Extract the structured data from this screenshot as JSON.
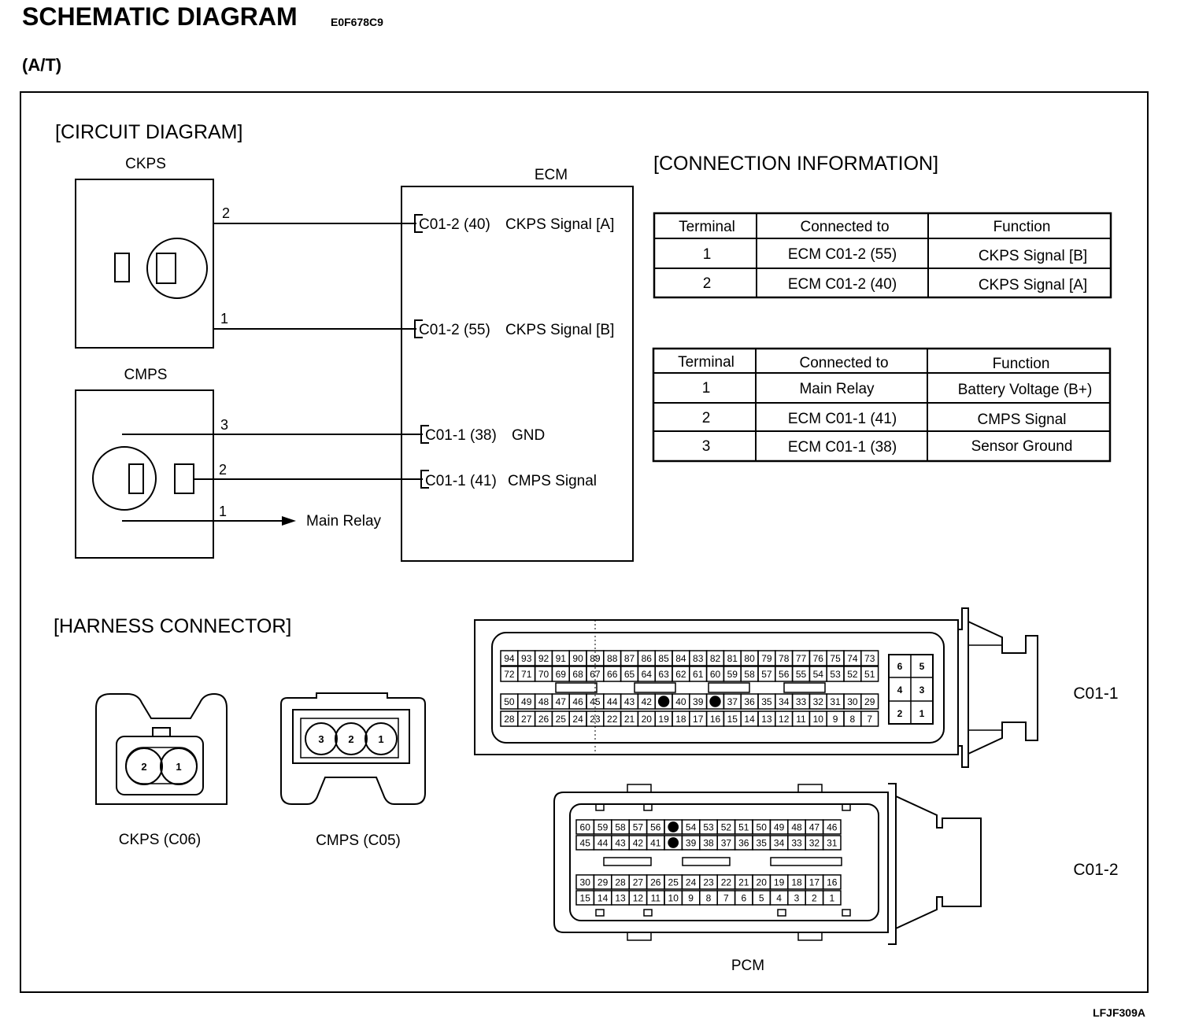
{
  "header": {
    "title": "SCHEMATIC DIAGRAM",
    "code": "E0F678C9",
    "subtitle": "(A/T)",
    "figure_id": "LFJF309A"
  },
  "circuit": {
    "heading": "[CIRCUIT DIAGRAM]",
    "ckps_label": "CKPS",
    "cmps_label": "CMPS",
    "ecm_label": "ECM",
    "ckps_pins": [
      "2",
      "1"
    ],
    "cmps_pins": [
      "3",
      "2",
      "1"
    ],
    "ecm_terminals": [
      {
        "pin": "C01-2 (40)",
        "signal": "CKPS Signal [A]"
      },
      {
        "pin": "C01-2 (55)",
        "signal": "CKPS Signal [B]"
      },
      {
        "pin": "C01-1 (38)",
        "signal": "GND"
      },
      {
        "pin": "C01-1 (41)",
        "signal": "CMPS Signal"
      }
    ],
    "main_relay": "Main Relay"
  },
  "connection": {
    "heading": "[CONNECTION INFORMATION]",
    "headers": [
      "Terminal",
      "Connected to",
      "Function"
    ],
    "ckps_rows": [
      [
        "1",
        "ECM C01-2 (55)",
        "CKPS Signal [B]"
      ],
      [
        "2",
        "ECM C01-2 (40)",
        "CKPS Signal [A]"
      ]
    ],
    "cmps_rows": [
      [
        "1",
        "Main Relay",
        "Battery Voltage (B+)"
      ],
      [
        "2",
        "ECM C01-1 (41)",
        "CMPS Signal"
      ],
      [
        "3",
        "ECM C01-1 (38)",
        "Sensor Ground"
      ]
    ]
  },
  "harness": {
    "heading": "[HARNESS CONNECTOR]",
    "ckps_connector": "CKPS (C06)",
    "ckps_pins": [
      "2",
      "1"
    ],
    "cmps_connector": "CMPS (C05)",
    "cmps_pins": [
      "3",
      "2",
      "1"
    ],
    "c011_label": "C01-1",
    "c011_rows": [
      [
        "94",
        "93",
        "92",
        "91",
        "90",
        "89",
        "88",
        "87",
        "86",
        "85",
        "84",
        "83",
        "82",
        "81",
        "80",
        "79",
        "78",
        "77",
        "76",
        "75",
        "74",
        "73"
      ],
      [
        "72",
        "71",
        "70",
        "69",
        "68",
        "67",
        "66",
        "65",
        "64",
        "63",
        "62",
        "61",
        "60",
        "59",
        "58",
        "57",
        "56",
        "55",
        "54",
        "53",
        "52",
        "51"
      ],
      [
        "50",
        "49",
        "48",
        "47",
        "46",
        "45",
        "44",
        "43",
        "42",
        "",
        "40",
        "39",
        "",
        "37",
        "36",
        "35",
        "34",
        "33",
        "32",
        "31",
        "30",
        "29"
      ],
      [
        "28",
        "27",
        "26",
        "25",
        "24",
        "23",
        "22",
        "21",
        "20",
        "19",
        "18",
        "17",
        "16",
        "15",
        "14",
        "13",
        "12",
        "11",
        "10",
        "9",
        "8",
        "7"
      ]
    ],
    "c011_side": [
      [
        "6",
        "5"
      ],
      [
        "4",
        "3"
      ],
      [
        "2",
        "1"
      ]
    ],
    "c012_label": "C01-2",
    "c012_rows": [
      [
        "60",
        "59",
        "58",
        "57",
        "56",
        "",
        "54",
        "53",
        "52",
        "51",
        "50",
        "49",
        "48",
        "47",
        "46"
      ],
      [
        "45",
        "44",
        "43",
        "42",
        "41",
        "",
        "39",
        "38",
        "37",
        "36",
        "35",
        "34",
        "33",
        "32",
        "31"
      ],
      [
        "30",
        "29",
        "28",
        "27",
        "26",
        "25",
        "24",
        "23",
        "22",
        "21",
        "20",
        "19",
        "18",
        "17",
        "16"
      ],
      [
        "15",
        "14",
        "13",
        "12",
        "11",
        "10",
        "9",
        "8",
        "7",
        "6",
        "5",
        "4",
        "3",
        "2",
        "1"
      ]
    ],
    "pcm_label": "PCM"
  }
}
